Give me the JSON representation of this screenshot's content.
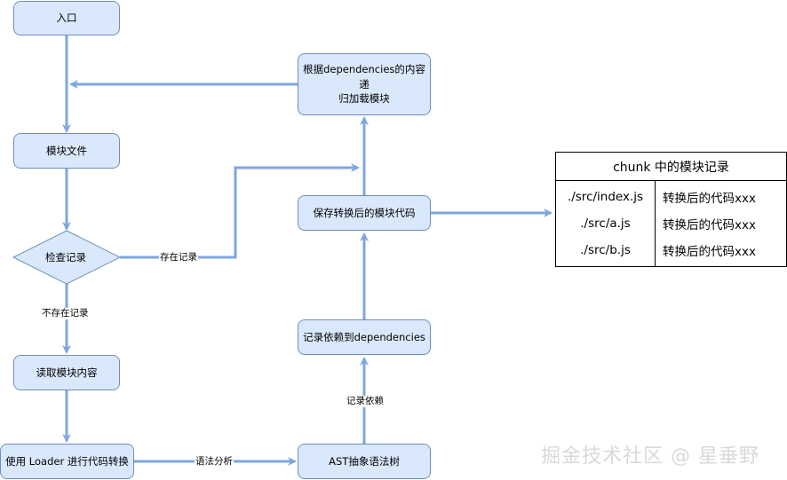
{
  "nodes": {
    "entry": "入口",
    "module_file": "模块文件",
    "check_record": "检查记录",
    "read_module": "读取模块内容",
    "loader_transform": "使用 Loader 进行代码转换",
    "ast": "AST抽象语法树",
    "record_deps": "记录依赖到dependencies",
    "save_code": "保存转换后的模块代码",
    "recursive_load_line1": "根据dependencies的内容递",
    "recursive_load_line2": "归加载模块"
  },
  "edge_labels": {
    "exists": "存在记录",
    "not_exists": "不存在记录",
    "parse": "语法分析",
    "record_dep": "记录依赖"
  },
  "chunk_table": {
    "title": "chunk 中的模块记录",
    "rows": [
      {
        "path": "./src/index.js",
        "code": "转换后的代码xxx"
      },
      {
        "path": "./src/a.js",
        "code": "转换后的代码xxx"
      },
      {
        "path": "./src/b.js",
        "code": "转换后的代码xxx"
      }
    ]
  },
  "watermark": "掘金技术社区 @ 星垂野",
  "colors": {
    "node_fill": "#dae8fc",
    "node_stroke": "#6c8ebf",
    "arrow": "#7ea6e0"
  }
}
